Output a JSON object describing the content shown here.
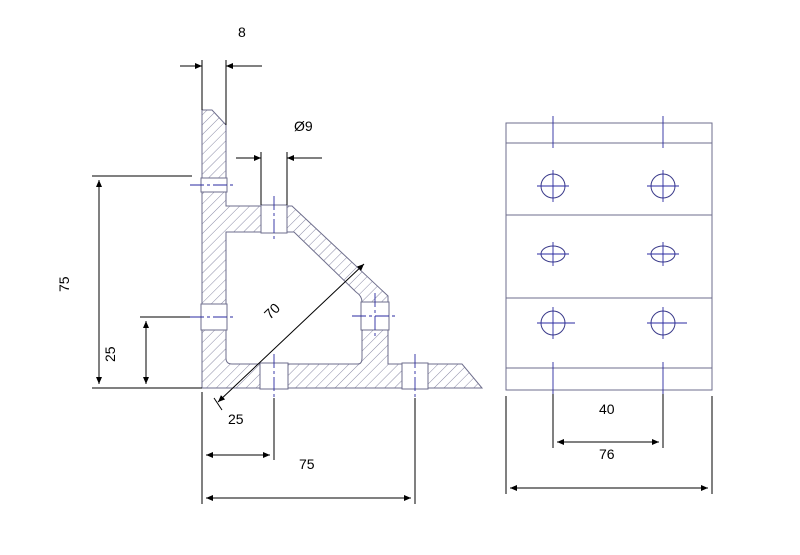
{
  "drawing": {
    "colors": {
      "outline": "#6e6e8c",
      "hatch": "#8a8aa6",
      "dimension": "#000000",
      "centerline": "#2a2aa0"
    },
    "side_view": {
      "dims": {
        "thickness": "8",
        "hole_diameter": "Ø9",
        "height_total": "75",
        "hole_height": "25",
        "diagonal": "70",
        "hole_offset": "25",
        "width_total": "75"
      }
    },
    "front_view": {
      "dims": {
        "hole_spacing": "40",
        "width_total": "76"
      }
    }
  }
}
